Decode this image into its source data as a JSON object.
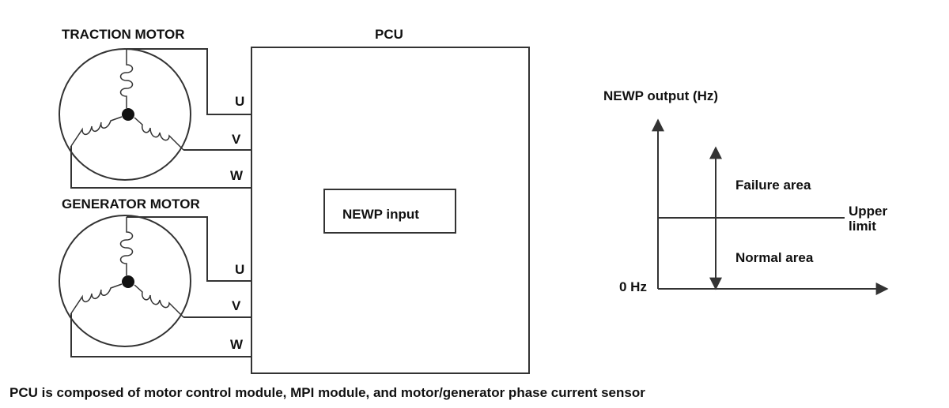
{
  "motors": {
    "traction": {
      "title": "TRACTION MOTOR",
      "phases": [
        "U",
        "V",
        "W"
      ]
    },
    "generator": {
      "title": "GENERATOR MOTOR",
      "phases": [
        "U",
        "V",
        "W"
      ]
    }
  },
  "pcu": {
    "title": "PCU",
    "input_box_label": "NEWP input"
  },
  "graph": {
    "y_axis_label": "NEWP output (Hz)",
    "origin_label": "0 Hz",
    "threshold_label_line1": "Upper",
    "threshold_label_line2": "limit",
    "upper_region_label": "Failure area",
    "lower_region_label": "Normal area"
  },
  "caption": "PCU is composed of motor control module, MPI module, and motor/generator phase current sensor",
  "colors": {
    "line": "#333333",
    "text": "#111111",
    "background": "#ffffff"
  }
}
